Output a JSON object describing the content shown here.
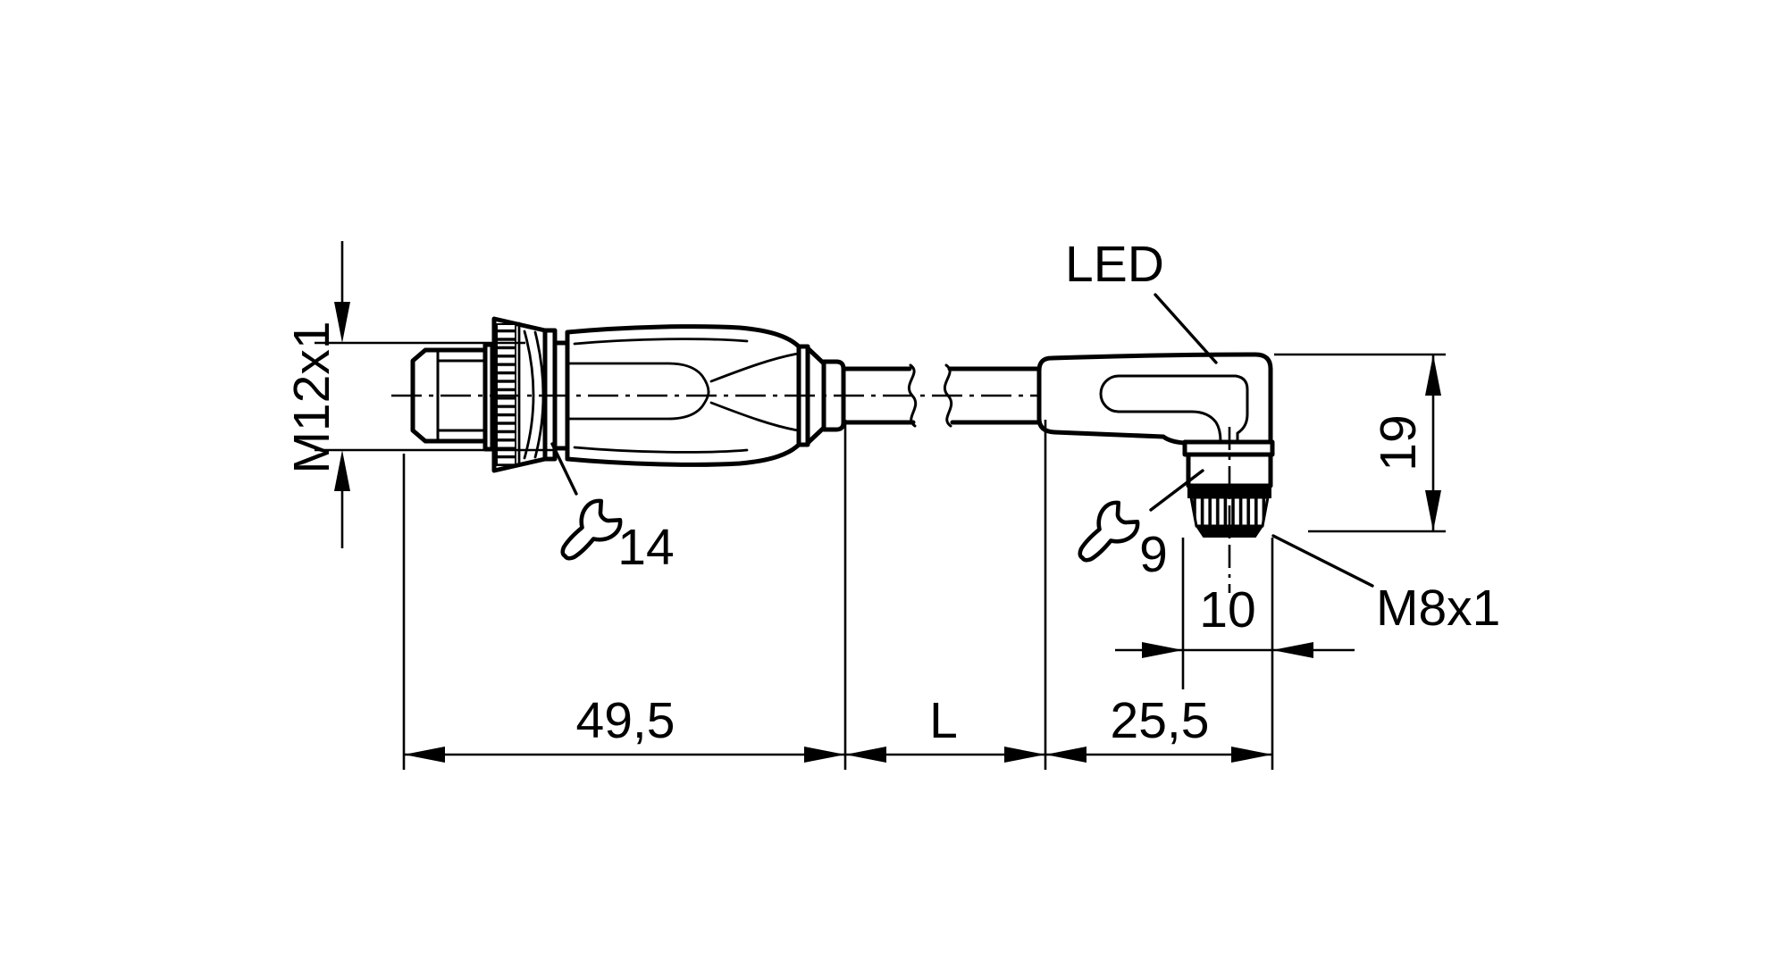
{
  "drawing": {
    "title": "connector-cable-dimension-drawing",
    "background_color": "#ffffff",
    "line_color": "#000000",
    "labels": {
      "thread_left": "M12x1",
      "thread_right": "M8x1",
      "led": "LED",
      "wrench_size_left": "14",
      "wrench_size_right": "9"
    },
    "icons": {
      "wrench_left": "open-end-wrench",
      "wrench_right": "open-end-wrench"
    },
    "dimensions": {
      "left_connector_length": "49,5",
      "cable_length": "L",
      "right_connector_length": "25,5",
      "right_nut_width": "10",
      "right_connector_height": "19"
    }
  }
}
